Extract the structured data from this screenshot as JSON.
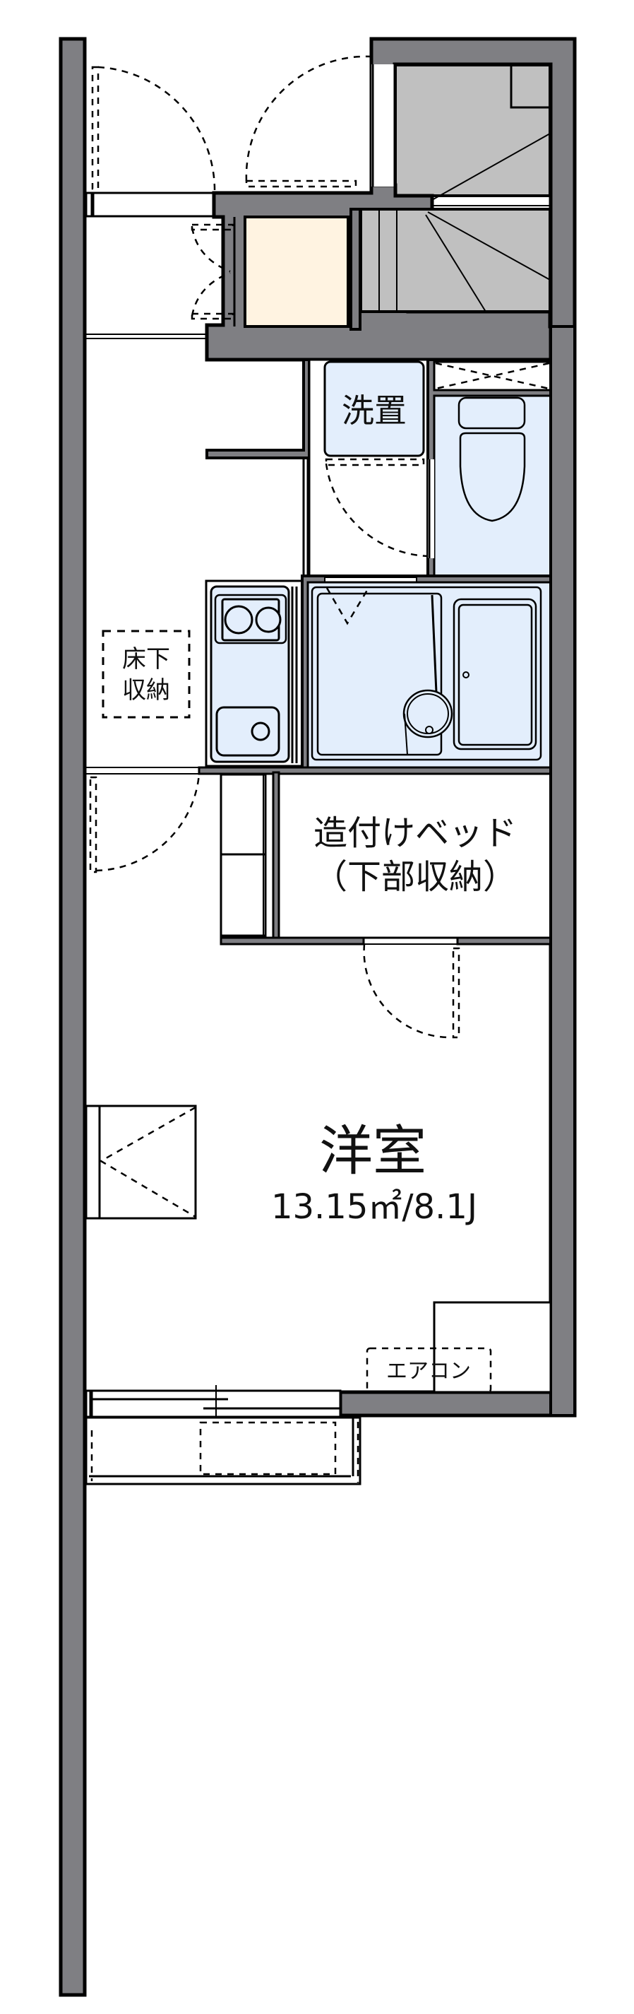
{
  "floorplan": {
    "colors": {
      "wall": "#7f7f83",
      "stairs": "#c0c0c0",
      "storage_highlight": "#fff3e1",
      "wet_area": "#e3eefc",
      "background": "#ffffff"
    },
    "rooms": {
      "western_room": {
        "label": "洋室",
        "area": "13.15㎡/8.1J"
      },
      "washer_space": {
        "label": "洗置"
      },
      "underfloor_storage": {
        "line1": "床下",
        "line2": "収納"
      },
      "built_in_bed": {
        "line1": "造付けベッド",
        "line2": "（下部収納）"
      },
      "aircon": {
        "label": "エアコン"
      }
    },
    "fixtures": [
      "entrance-door",
      "staircase",
      "storage-closet",
      "washing-machine-space",
      "toilet",
      "kitchen-stove",
      "kitchen-sink",
      "unit-bath",
      "shelf-unit",
      "built-in-bed",
      "room-closet",
      "sliding-window",
      "balcony",
      "outdoor-unit"
    ]
  }
}
